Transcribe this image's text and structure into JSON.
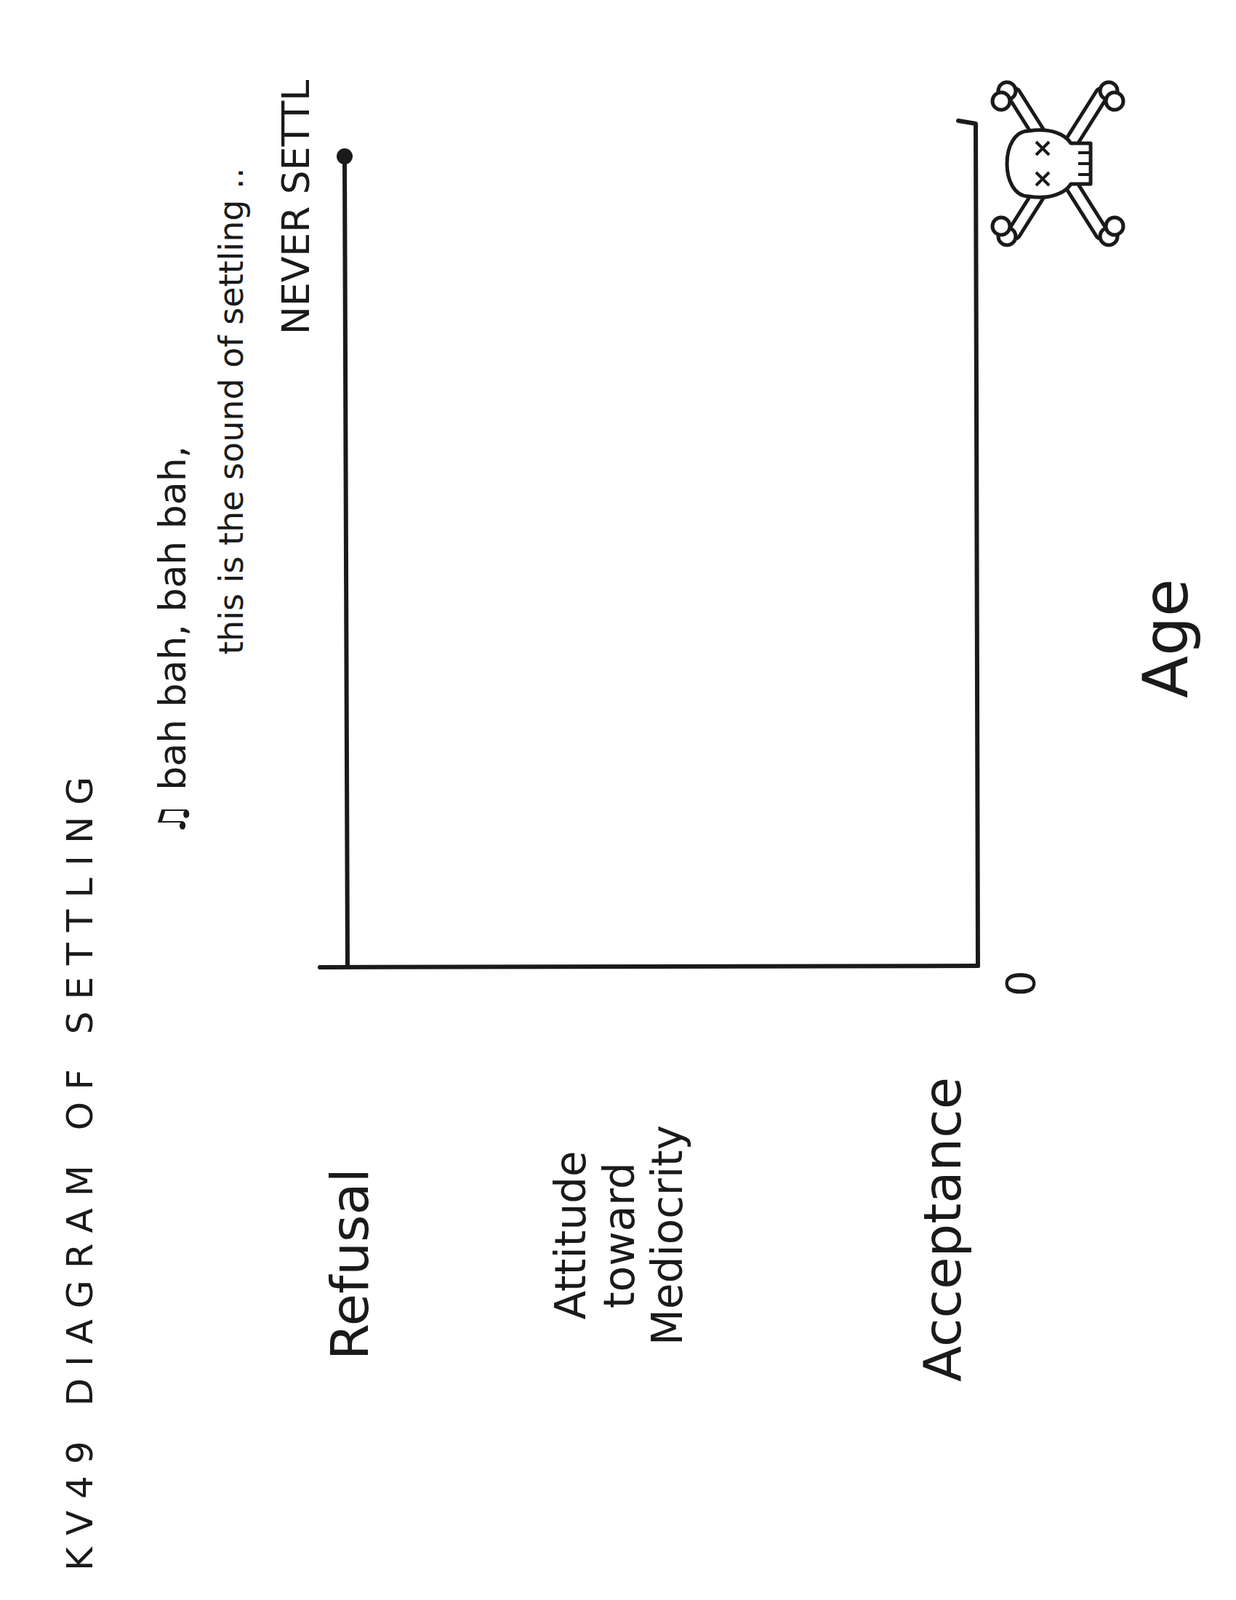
{
  "diagram": {
    "title": "KV49 DIAGRAM OF SETTLING",
    "labels": [
      "♫ bah bah, bah bah,",
      "this is the sound of settling ..",
      "NEVER SETTL",
      "Refusal",
      "Attitude toward Mediocrity",
      "Acceptance",
      "0",
      "Age"
    ]
  }
}
